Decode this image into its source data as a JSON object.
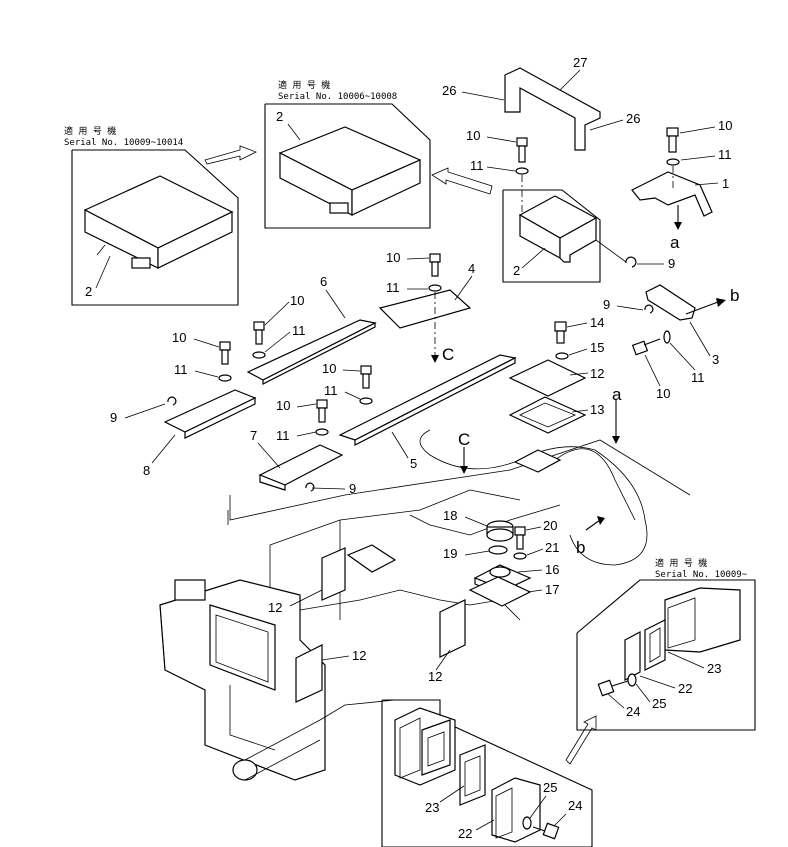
{
  "inset_labels": {
    "top_left": {
      "jp": "適 用 号 機",
      "serial": "Serial No. 10009~10014"
    },
    "top_middle": {
      "jp": "適 用 号 機",
      "serial": "Serial No. 10006~10008"
    },
    "bottom_right": {
      "jp": "適 用 号 機",
      "serial": "Serial No. 10009~"
    }
  },
  "callouts": {
    "c1": "1",
    "c2a": "2",
    "c2b": "2",
    "c2c": "2",
    "c3": "3",
    "c4": "4",
    "c5": "5",
    "c6": "6",
    "c7": "7",
    "c8": "8",
    "c9a": "9",
    "c9b": "9",
    "c9c": "9",
    "c9d": "9",
    "c10a": "10",
    "c10b": "10",
    "c10c": "10",
    "c10d": "10",
    "c10e": "10",
    "c10f": "10",
    "c10g": "10",
    "c10h": "10",
    "c11a": "11",
    "c11b": "11",
    "c11c": "11",
    "c11d": "11",
    "c11e": "11",
    "c11f": "11",
    "c11g": "11",
    "c11h": "11",
    "c12a": "12",
    "c12b": "12",
    "c12c": "12",
    "c12d": "12",
    "c13": "13",
    "c14": "14",
    "c15": "15",
    "c16": "16",
    "c17": "17",
    "c18": "18",
    "c19": "19",
    "c20": "20",
    "c21": "21",
    "c22a": "22",
    "c22b": "22",
    "c23a": "23",
    "c23b": "23",
    "c24a": "24",
    "c24b": "24",
    "c25a": "25",
    "c25b": "25",
    "c26a": "26",
    "c26b": "26",
    "c27": "27"
  },
  "view_letters": {
    "a_top": "a",
    "a_mid": "a",
    "b_top": "b",
    "b_mid": "b",
    "c_top": "C",
    "c_mid": "C"
  }
}
